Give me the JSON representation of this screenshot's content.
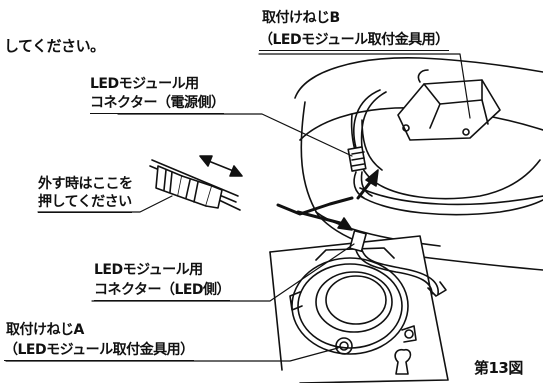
{
  "doc": {
    "intro_text": "してください。",
    "figure_number": "第13図"
  },
  "labels": {
    "screw_b_title": "取付けねじB",
    "screw_b_sub": "（LEDモジュール取付金具用）",
    "connector_power_title": "LEDモジュール用",
    "connector_power_sub": "コネクター（電源側）",
    "release_line1": "外す時はここを",
    "release_line2": "押してください",
    "connector_led_title": "LEDモジュール用",
    "connector_led_sub": "コネクター（LED側）",
    "screw_a_title": "取付けねじA",
    "screw_a_sub": "（LEDモジュール取付金具用）"
  },
  "colors": {
    "ink": "#111111",
    "paper": "#ffffff",
    "shade": "#d9d9d9"
  }
}
